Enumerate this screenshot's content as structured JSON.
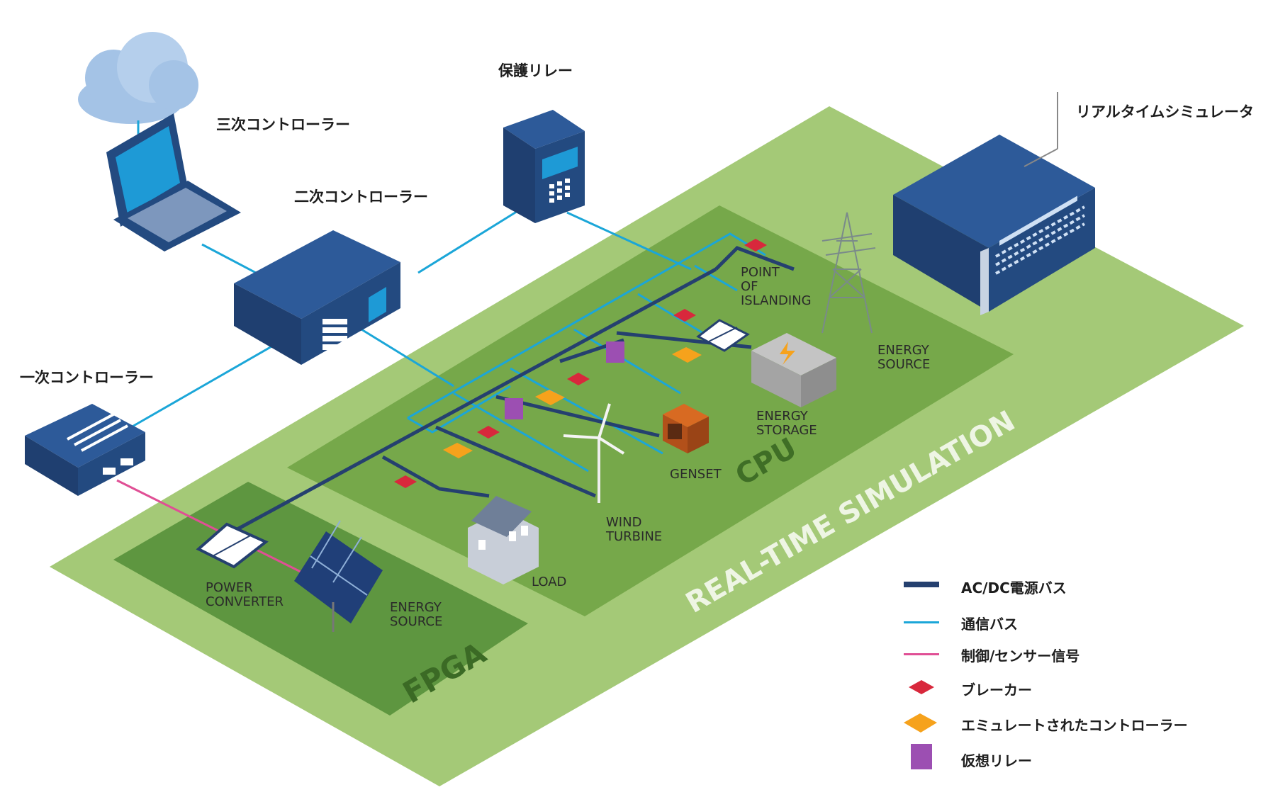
{
  "colors": {
    "outer_zone": "#a4c977",
    "cpu_zone": "#76a84a",
    "fpga_zone": "#5e9640",
    "power_bus": "#25406f",
    "comm_bus": "#1ba6d8",
    "control_signal": "#e04f95",
    "breaker": "#d8283c",
    "emulated_controller": "#f6a21c",
    "virtual_relay": "#9c4fb2",
    "device_blue": "#234a80",
    "screen_blue": "#1e9ad6",
    "cloud": "#a4c3e6"
  },
  "labels": {
    "tertiary_controller": "三次コントローラー",
    "secondary_controller": "二次コントローラー",
    "primary_controller": "一次コントローラー",
    "protection_relay": "保護リレー",
    "realtime_simulator": "リアルタイムシミュレータ"
  },
  "devices": {
    "point_of_islanding": [
      "POINT",
      "OF",
      "ISLANDING"
    ],
    "energy_source_tower": [
      "ENERGY",
      "SOURCE"
    ],
    "energy_storage": [
      "ENERGY",
      "STORAGE"
    ],
    "genset": "GENSET",
    "wind_turbine": [
      "WIND",
      "TURBINE"
    ],
    "load": "LOAD",
    "power_converter": [
      "POWER",
      "CONVERTER"
    ],
    "energy_source_solar": [
      "ENERGY",
      "SOURCE"
    ]
  },
  "zones": {
    "cpu": "CPU",
    "fpga": "FPGA",
    "realtime": "REAL-TIME SIMULATION"
  },
  "legend": [
    {
      "icon": "power-bus-line-icon",
      "label": "AC/DC電源バス"
    },
    {
      "icon": "comm-bus-line-icon",
      "label": "通信バス"
    },
    {
      "icon": "control-signal-line-icon",
      "label": "制御/センサー信号"
    },
    {
      "icon": "breaker-icon",
      "label": "ブレーカー"
    },
    {
      "icon": "emulated-controller-icon",
      "label": "エミュレートされたコントローラー"
    },
    {
      "icon": "virtual-relay-icon",
      "label": "仮想リレー"
    }
  ]
}
